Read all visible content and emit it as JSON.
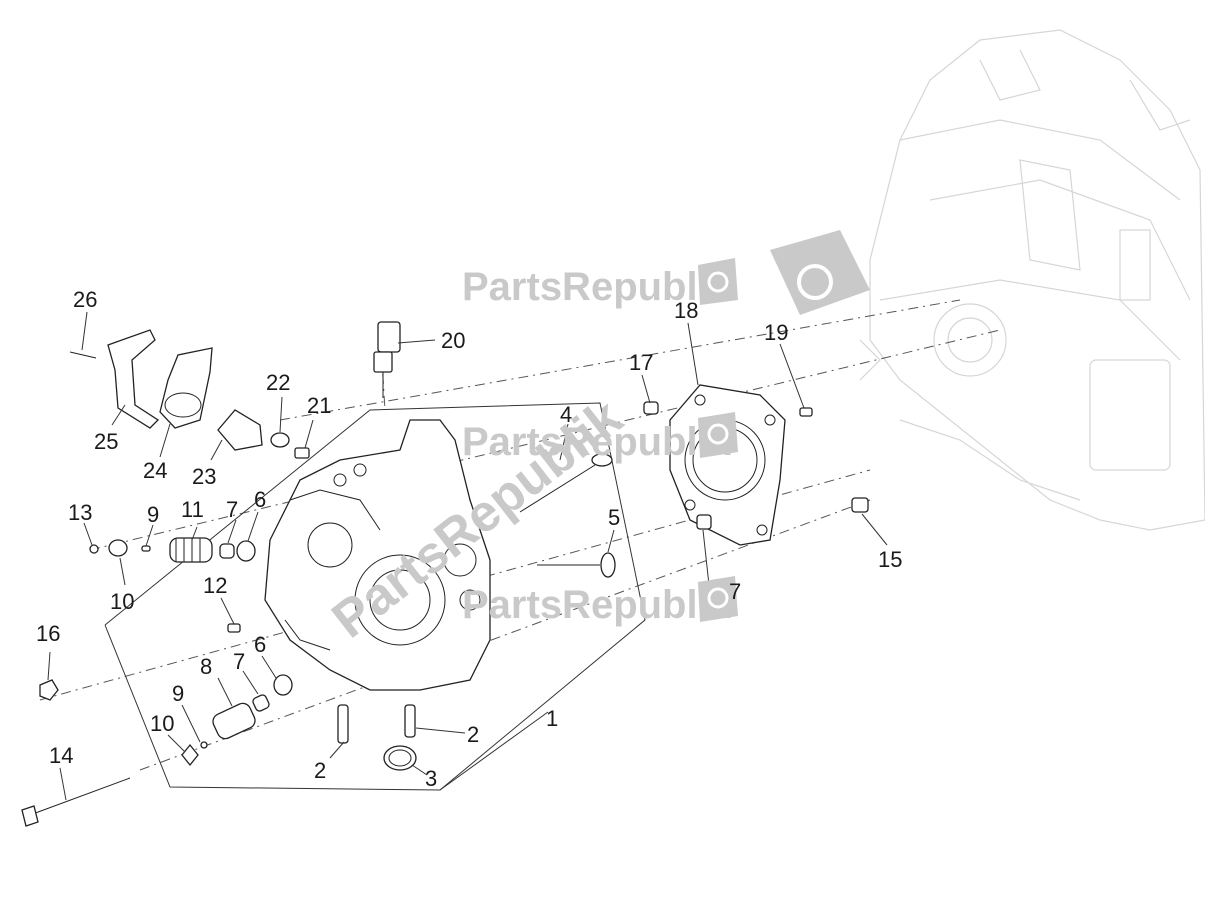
{
  "watermark": {
    "brand": "PartsRepublik"
  },
  "colors": {
    "watermark": "#c9c9c9",
    "lines": "#222222",
    "background": "#ffffff",
    "ghost_engine": "#d6d6d6"
  },
  "callouts": [
    {
      "id": "1",
      "text": "1"
    },
    {
      "id": "2a",
      "text": "2"
    },
    {
      "id": "2b",
      "text": "2"
    },
    {
      "id": "3",
      "text": "3"
    },
    {
      "id": "4",
      "text": "4"
    },
    {
      "id": "5",
      "text": "5"
    },
    {
      "id": "6a",
      "text": "6"
    },
    {
      "id": "6b",
      "text": "6"
    },
    {
      "id": "7a",
      "text": "7"
    },
    {
      "id": "7b",
      "text": "7"
    },
    {
      "id": "7c",
      "text": "7"
    },
    {
      "id": "8",
      "text": "8"
    },
    {
      "id": "9a",
      "text": "9"
    },
    {
      "id": "9b",
      "text": "9"
    },
    {
      "id": "10a",
      "text": "10"
    },
    {
      "id": "10b",
      "text": "10"
    },
    {
      "id": "11",
      "text": "11"
    },
    {
      "id": "12",
      "text": "12"
    },
    {
      "id": "13",
      "text": "13"
    },
    {
      "id": "14",
      "text": "14"
    },
    {
      "id": "15",
      "text": "15"
    },
    {
      "id": "16",
      "text": "16"
    },
    {
      "id": "17",
      "text": "17"
    },
    {
      "id": "18",
      "text": "18"
    },
    {
      "id": "19",
      "text": "19"
    },
    {
      "id": "20",
      "text": "20"
    },
    {
      "id": "21",
      "text": "21"
    },
    {
      "id": "22",
      "text": "22"
    },
    {
      "id": "23",
      "text": "23"
    },
    {
      "id": "24",
      "text": "24"
    },
    {
      "id": "25",
      "text": "25"
    },
    {
      "id": "26",
      "text": "26"
    }
  ]
}
